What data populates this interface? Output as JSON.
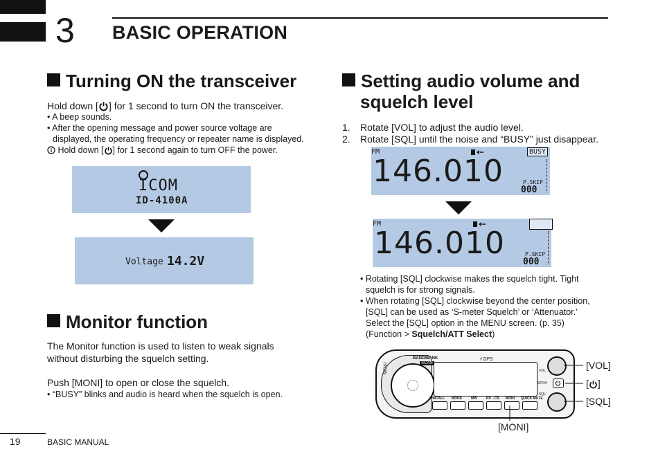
{
  "header": {
    "chapter_number": "3",
    "chapter_title": "BASIC OPERATION"
  },
  "turning_on": {
    "heading": "Turning ON the transceiver",
    "line1_pre": "Hold down [",
    "line1_post": "] for 1 second to turn ON the transceiver.",
    "bullet1": "• A beep sounds.",
    "bullet2a": "• After the opening message and power source voltage are",
    "bullet2b": "displayed, the operating frequency or repeater name is displayed.",
    "note_pre": "Hold down [",
    "note_post": "] for 1 second again to turn OFF the power.",
    "lcd1_line1": "ICOM",
    "lcd1_line2": "ID-4100A",
    "lcd2_label": "Voltage",
    "lcd2_value": "14.2V"
  },
  "monitor": {
    "heading": "Monitor function",
    "p1a": "The Monitor function is used to listen to weak signals",
    "p1b": "without disturbing the squelch setting.",
    "p2": "Push [MONI] to open or close the squelch.",
    "bullet": "• “BUSY” blinks and audio is heard when the squelch is open."
  },
  "audio": {
    "heading_line1": "Setting audio volume and",
    "heading_line2": "squelch level",
    "step1_num": "1.",
    "step1": "Rotate [VOL] to adjust the audio level.",
    "step2_num": "2.",
    "step2": "Rotate [SQL] until the noise and “BUSY” just disappear.",
    "lcd_mode": "FM",
    "lcd_busy": "BUSY",
    "lcd_freq": "146.010",
    "lcd_pskip": "P.SKIP",
    "lcd_ch": "000",
    "b1a": "• Rotating [SQL] clockwise makes the squelch tight. Tight",
    "b1b": "squelch is for strong signals.",
    "b2a": "• When rotating [SQL] clockwise beyond the center position,",
    "b2b": "[SQL] can be used as ‘S-meter Squelch’ or ‘Attenuator.’",
    "b2c": "Select the [SQL] option in the MENU screen. (p. 35)",
    "b2d_pre": "(Function > ",
    "b2d_bold": "Squelch/ATT Select",
    "b2d_post": ")"
  },
  "radio": {
    "band_bank": "BAND/BANK",
    "scan": "SCAN",
    "gps": "GPS",
    "menu": "MENU",
    "vol_small": "VOL",
    "spch": "SPCH",
    "sql_small": "SQL",
    "v_mcall": "V/MCALL",
    "mode": "MODE",
    "mw": "MW",
    "rxcs": "RX→CS",
    "moni": "MONI",
    "quick": "QUICK",
    "mute": "MUTE",
    "callout_vol": "[VOL]",
    "callout_pwr_pre": "[",
    "callout_pwr_post": "]",
    "callout_sql": "[SQL]",
    "callout_moni": "[MONI]"
  },
  "footer": {
    "page": "19",
    "manual": "BASIC MANUAL"
  }
}
